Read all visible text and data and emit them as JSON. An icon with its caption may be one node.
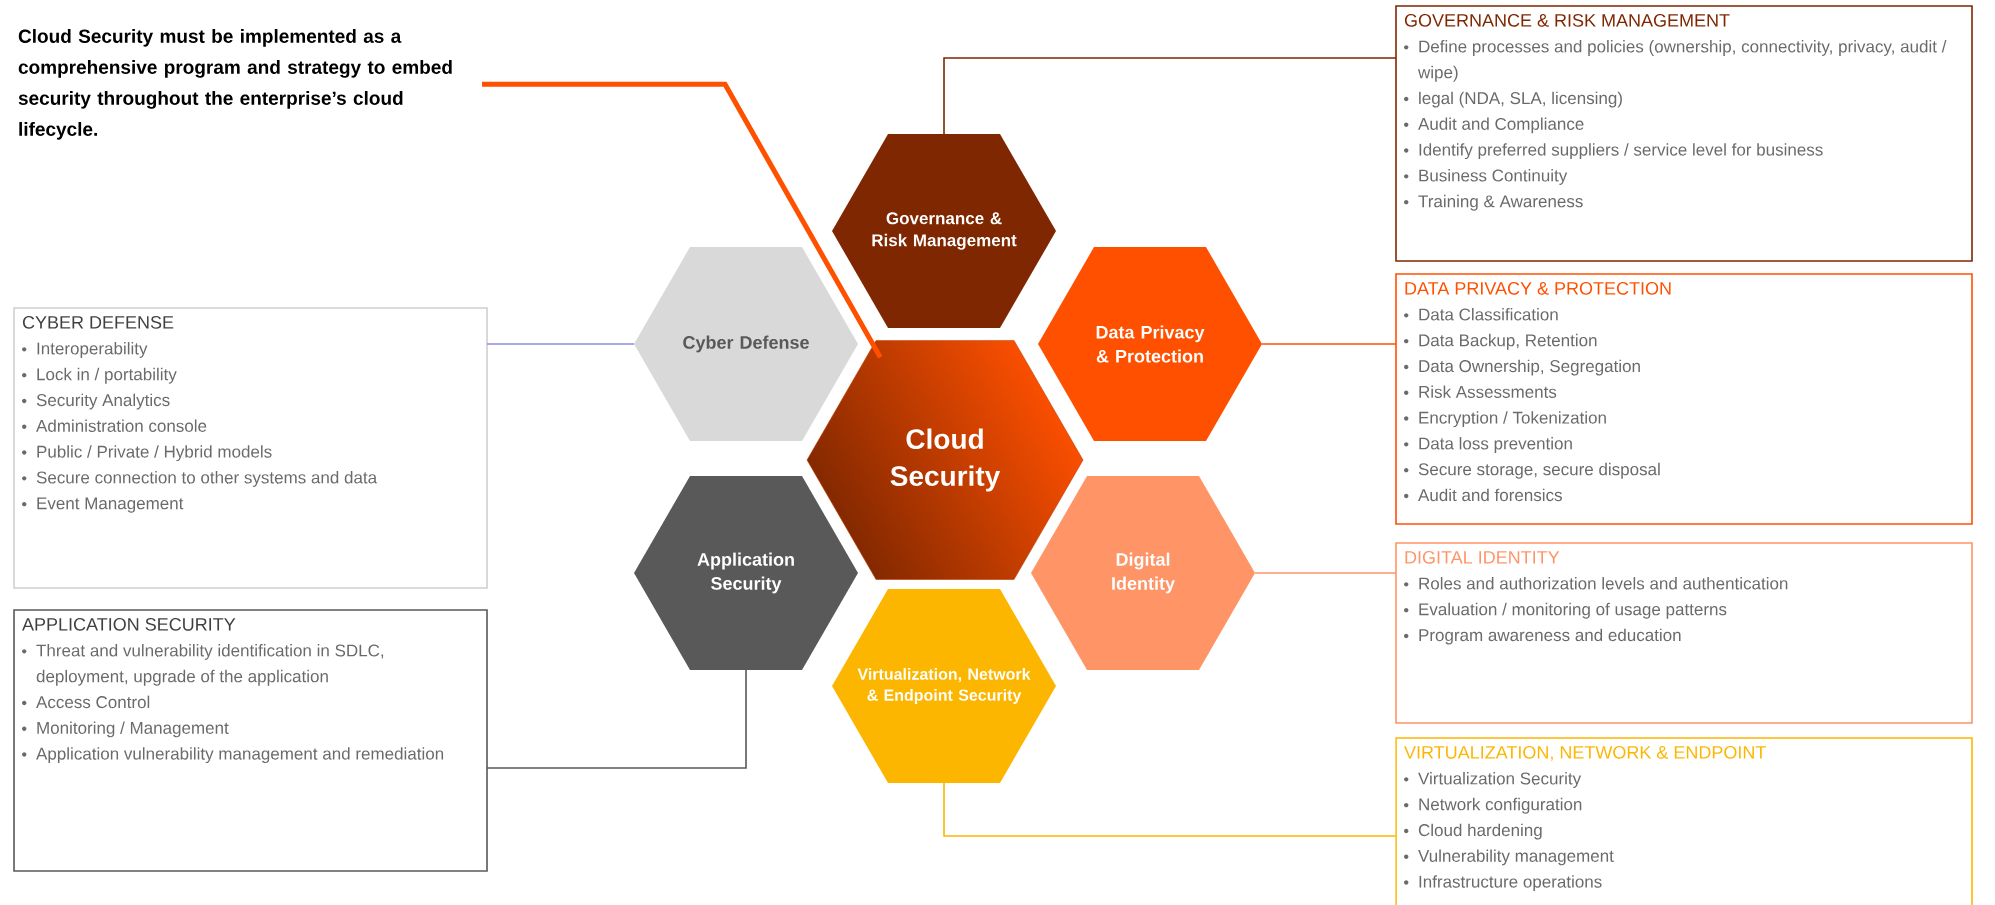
{
  "diagram": {
    "nodes": [
      {
        "text": [
          "Cloud Security must be implemented as a comprehensive program and strategy to embed security throughout the enterprise’s cloud lifecycle."
        ]
      },
      {
        "text": [
          "Governance & Risk Management"
        ]
      },
      {
        "text": [
          "Cyber Defense"
        ]
      },
      {
        "text": [
          "Data Privacy & Protection"
        ]
      },
      {
        "text": [
          "Cloud Security"
        ]
      },
      {
        "text": [
          "Application Security"
        ]
      },
      {
        "text": [
          "Digital Identity"
        ]
      },
      {
        "text": [
          "Virtualization, Network & Endpoint Security"
        ]
      },
      {
        "text": [
          "GOVERNANCE & RISK MANAGEMENT",
          "Define processes and policies (ownership, connectivity, privacy, audit / wipe)",
          "legal (NDA, SLA, licensing)",
          "Audit and Compliance",
          "Identify preferred suppliers / service level for business",
          "Business Continuity",
          "Training & Awareness"
        ]
      },
      {
        "text": [
          "DATA PRIVACY & PROTECTION",
          "Data Classification",
          "Data Backup, Retention",
          "Data Ownership, Segregation",
          "Risk Assessments",
          "Encryption / Tokenization",
          "Data loss prevention",
          "Secure storage, secure disposal",
          "Audit and forensics"
        ]
      },
      {
        "text": [
          "CYBER DEFENSE",
          "Interoperability",
          "Lock in / portability",
          "Security Analytics",
          "Administration console",
          "Public / Private / Hybrid models",
          "Secure connection to other systems and data",
          "Event Management"
        ]
      },
      {
        "text": [
          "DIGITAL IDENTITY",
          "Roles and authorization levels and authentication",
          "Evaluation / monitoring of usage patterns",
          "Program awareness and education"
        ]
      },
      {
        "text": [
          "APPLICATION SECURITY",
          "Threat and vulnerability identification in SDLC, deployment, upgrade of the application",
          "Access Control",
          "Monitoring / Management",
          "Application vulnerability management and remediation"
        ]
      },
      {
        "text": [
          "VIRTUALIZATION, NETWORK & ENDPOINT",
          "Virtualization Security",
          "Network configuration",
          "Cloud hardening",
          "Vulnerability management",
          "Infrastructure operations"
        ]
      }
    ],
    "edges": [
      {
        "from": 0,
        "to": 4,
        "arrow": "none",
        "style": "thick",
        "color": "#ff5000"
      },
      {
        "from": 1,
        "to": 8,
        "arrow": "none",
        "color": "#7f2700"
      },
      {
        "from": 2,
        "to": 10,
        "arrow": "none",
        "color": "#8a8ae6"
      },
      {
        "from": 3,
        "to": 9,
        "arrow": "none",
        "color": "#ff5000"
      },
      {
        "from": 5,
        "to": 12,
        "arrow": "none",
        "color": "#595959"
      },
      {
        "from": 6,
        "to": 11,
        "arrow": "none",
        "color": "#ff9466"
      },
      {
        "from": 7,
        "to": 13,
        "arrow": "none",
        "color": "#fdb600"
      }
    ]
  }
}
